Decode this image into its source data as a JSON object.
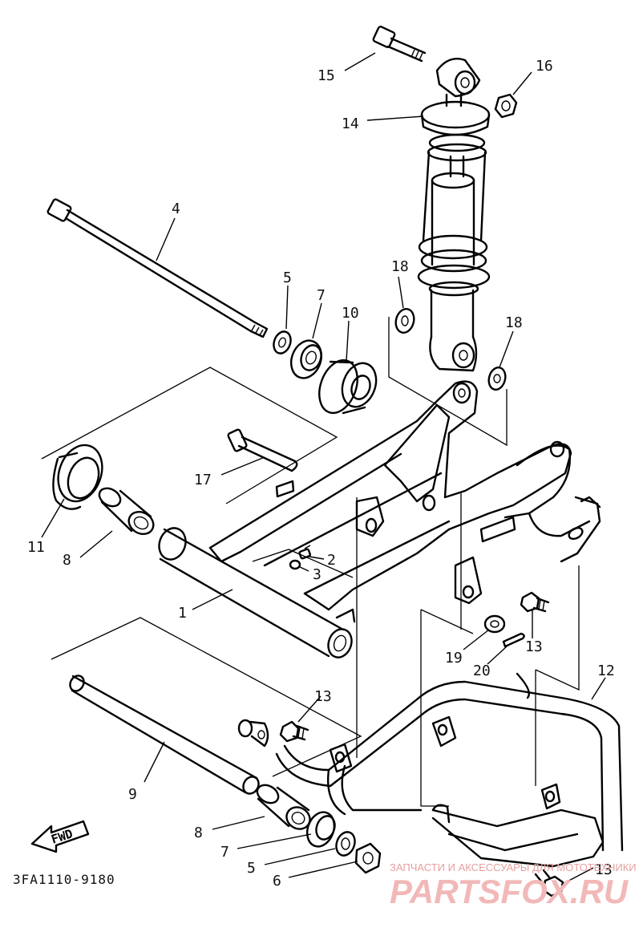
{
  "diagram": {
    "code": "3FA1110-9180",
    "fwd_label": "FWD",
    "callouts": {
      "c1": "1",
      "c2": "2",
      "c3": "3",
      "c4": "4",
      "c5a": "5",
      "c5b": "5",
      "c6": "6",
      "c7a": "7",
      "c7b": "7",
      "c8a": "8",
      "c8b": "8",
      "c9": "9",
      "c10": "10",
      "c11": "11",
      "c12": "12",
      "c13a": "13",
      "c13b": "13",
      "c13c": "13",
      "c14": "14",
      "c15": "15",
      "c16": "16",
      "c17": "17",
      "c18a": "18",
      "c18b": "18",
      "c19": "19",
      "c20": "20"
    }
  },
  "watermark": {
    "tagline": "ЗАПЧАСТИ И АКСЕССУАРЫ ДЛЯ МОТОТЕХНИКИ",
    "brand": "PARTSFOX.RU"
  }
}
